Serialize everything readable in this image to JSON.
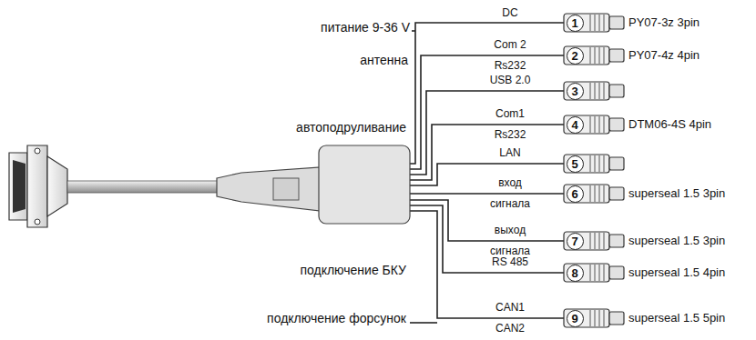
{
  "diagram": {
    "nodes": [
      {
        "text": [
          "1"
        ]
      },
      {
        "text": [
          "2"
        ]
      },
      {
        "text": [
          "3"
        ]
      },
      {
        "text": [
          "4"
        ]
      },
      {
        "text": [
          "5"
        ]
      },
      {
        "text": [
          "6"
        ]
      },
      {
        "text": [
          "7"
        ]
      },
      {
        "text": [
          "8"
        ]
      },
      {
        "text": [
          "9"
        ]
      }
    ],
    "labels": [
      "питание 9-36 V",
      "антенна",
      "автоподруливание",
      "подключение БКУ",
      "подключение форсунок",
      "DC",
      "Com 2",
      "Rs232",
      "USB 2.0",
      "Com1",
      "Rs232",
      "LAN",
      "вход",
      "сигнала",
      "выход",
      "сигнала",
      "RS 485",
      "CAN1",
      "CAN2",
      "PY07-3z 3pin",
      "PY07-4z 4pin",
      "DTM06-4S 4pin",
      "superseal 1.5 3pin",
      "superseal 1.5 3pin",
      "superseal 1.5 4pin",
      "superseal 1.5 5pin"
    ]
  }
}
